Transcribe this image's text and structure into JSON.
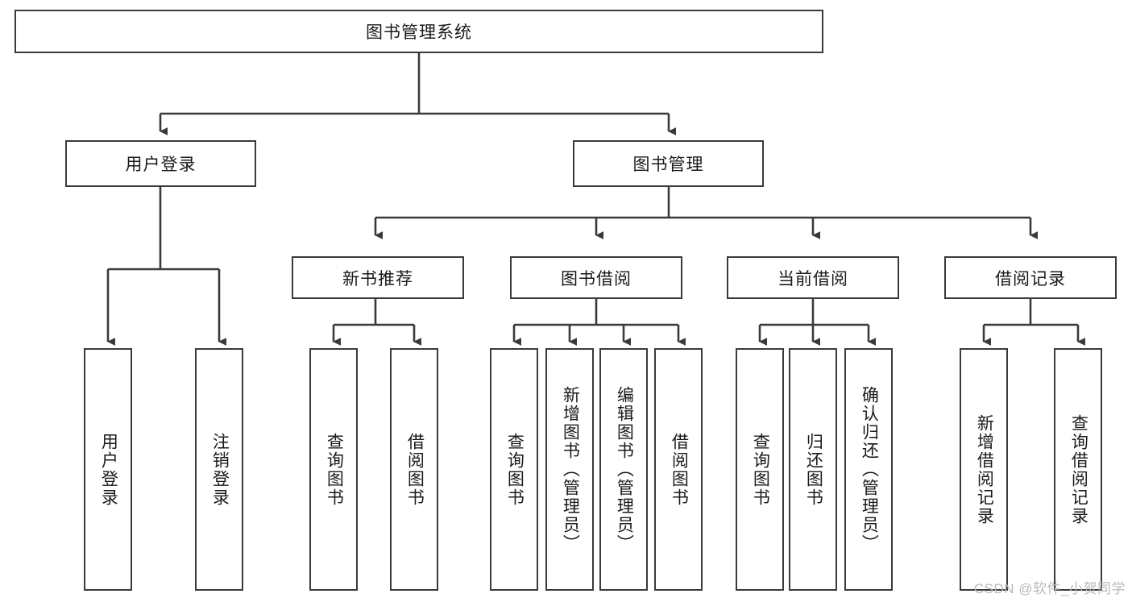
{
  "diagram": {
    "type": "tree",
    "title": "图书管理系统",
    "watermark": "CSDN @软件_小贺同学",
    "colors": {
      "box_border": "#3a3a3a",
      "box_fill": "#ffffff",
      "line": "#3a3a3a",
      "text": "#1a1a1a",
      "watermark": "#b9b9b9",
      "background": "#ffffff"
    },
    "nodes": {
      "root": {
        "label": "图书管理系统"
      },
      "level2": [
        {
          "id": "user-login",
          "label": "用户登录"
        },
        {
          "id": "book-manage",
          "label": "图书管理"
        }
      ],
      "level3": [
        {
          "id": "new-book-recommend",
          "label": "新书推荐"
        },
        {
          "id": "book-borrow",
          "label": "图书借阅"
        },
        {
          "id": "current-borrow",
          "label": "当前借阅"
        },
        {
          "id": "borrow-record",
          "label": "借阅记录"
        }
      ],
      "leaves": {
        "user_login": [
          {
            "id": "leaf-user-login",
            "label": "用户登录"
          },
          {
            "id": "leaf-logout",
            "label": "注销登录"
          }
        ],
        "new_book_recommend": [
          {
            "id": "leaf-query-book-1",
            "label": "查询图书"
          },
          {
            "id": "leaf-borrow-book-1",
            "label": "借阅图书"
          }
        ],
        "book_borrow": [
          {
            "id": "leaf-query-book-2",
            "label": "查询图书"
          },
          {
            "id": "leaf-add-book",
            "label": "新增图书（管理员）"
          },
          {
            "id": "leaf-edit-book",
            "label": "编辑图书（管理员）"
          },
          {
            "id": "leaf-borrow-book-2",
            "label": "借阅图书"
          }
        ],
        "current_borrow": [
          {
            "id": "leaf-query-book-3",
            "label": "查询图书"
          },
          {
            "id": "leaf-return-book",
            "label": "归还图书"
          },
          {
            "id": "leaf-confirm-return",
            "label": "确认归还（管理员）"
          }
        ],
        "borrow_record": [
          {
            "id": "leaf-add-record",
            "label": "新增借阅记录"
          },
          {
            "id": "leaf-query-record",
            "label": "查询借阅记录"
          }
        ]
      }
    }
  }
}
